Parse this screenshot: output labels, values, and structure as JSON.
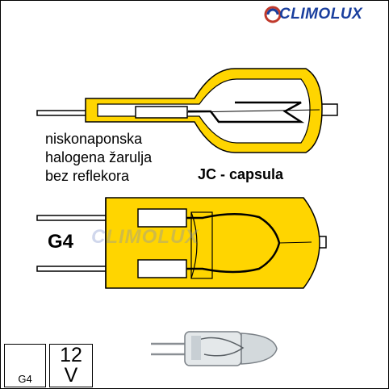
{
  "brand": {
    "name": "CLIMOLUX",
    "color": "#1a3f9e"
  },
  "description": {
    "line1": "niskonaponska",
    "line2": "halogena žarulja",
    "line3": "bez reflekora"
  },
  "caption": "JC - capsula",
  "base_label": "G4",
  "watermark": "CLIMOLUX",
  "spec_boxes": {
    "base_type": "G4",
    "voltage_value": "12",
    "voltage_unit": "V"
  },
  "colors": {
    "capsule_fill": "#ffd500",
    "outline": "#000000",
    "glass": "#c8cfd4"
  },
  "icons": [
    "brand-logo-icon",
    "g4-pins-icon",
    "capsule-diagram",
    "base-diagram",
    "bulb-photo"
  ]
}
